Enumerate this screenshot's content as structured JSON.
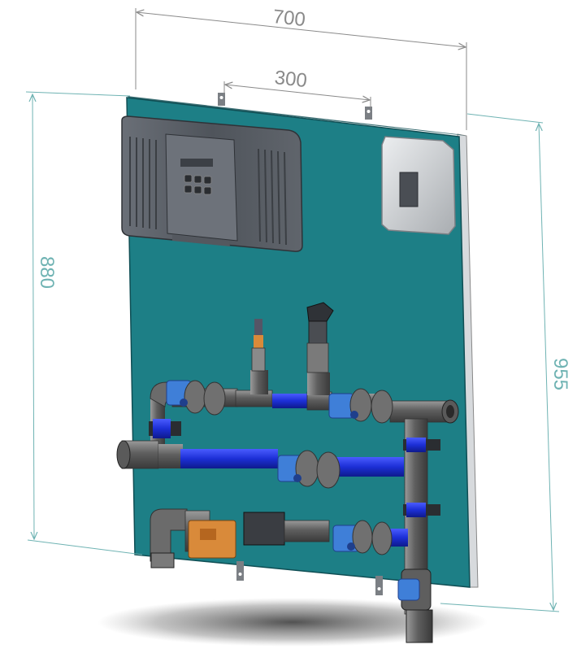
{
  "dimensions": {
    "overall_width": "700",
    "valve_spacing": "300",
    "panel_height": "880",
    "overall_height": "955"
  },
  "colors": {
    "panel": "#1d7f86",
    "panel_edge": "#0f4e54",
    "pipe_blue": "#1c2fd6",
    "pipe_grey": "#707070",
    "valve_blue": "#3f7fd8",
    "controller": "#5c6168",
    "dimension_grey": "#8a8a8a",
    "dimension_teal": "#6fb3b3",
    "sensor_orange": "#d98a3a"
  }
}
